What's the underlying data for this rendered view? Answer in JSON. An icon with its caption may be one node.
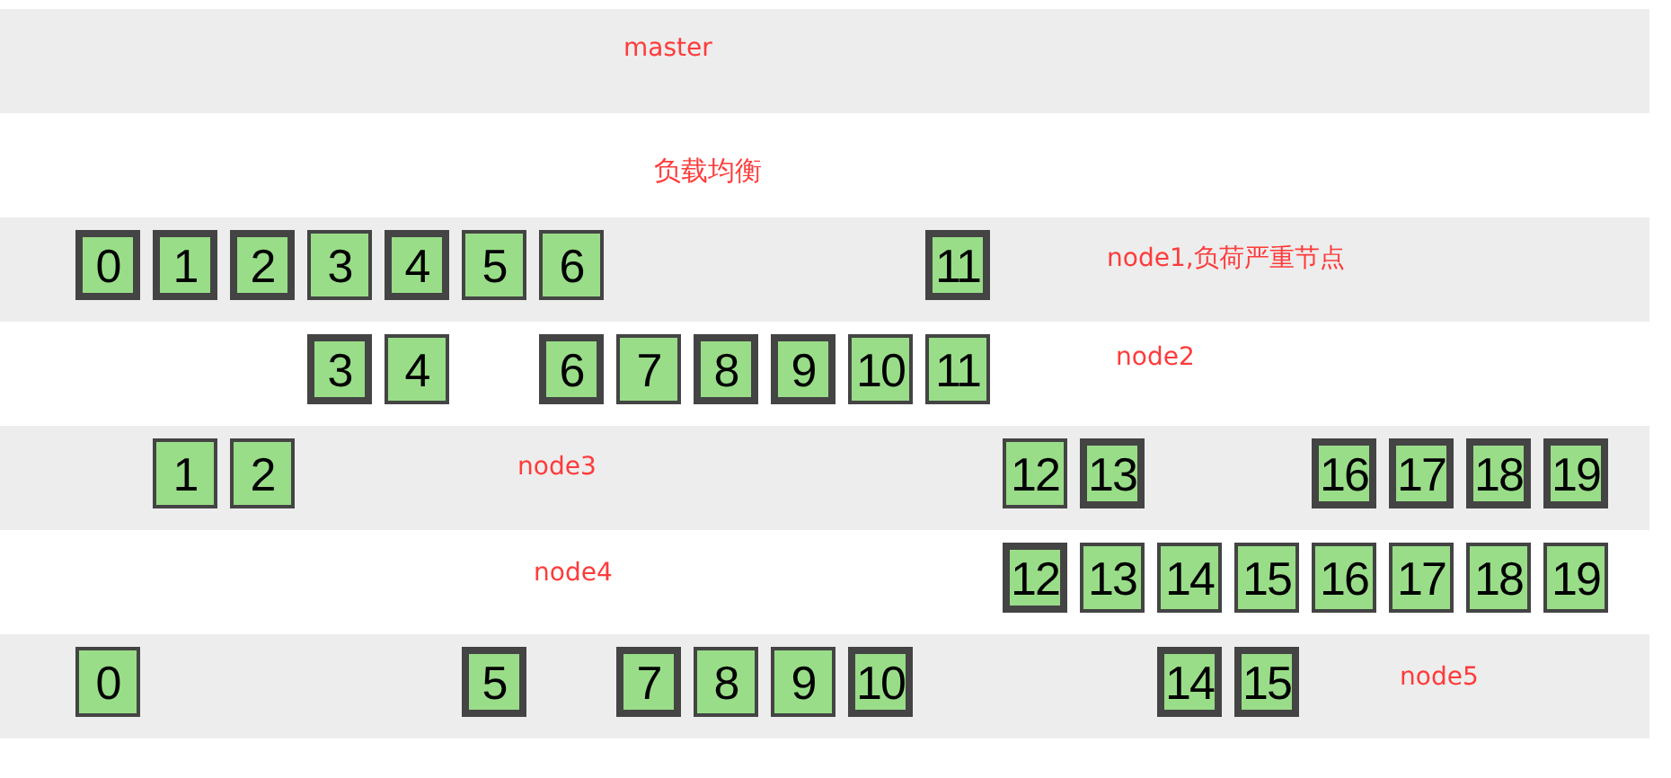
{
  "diagram": {
    "nodes": [
      {
        "text": [
          "master"
        ]
      },
      {
        "text": [
          "node1,负荷严重节点"
        ]
      },
      {
        "text": [
          "0"
        ],
        "in": 1
      },
      {
        "text": [
          "1"
        ],
        "in": 1
      },
      {
        "text": [
          "2"
        ],
        "in": 1
      },
      {
        "text": [
          "3"
        ],
        "in": 1
      },
      {
        "text": [
          "4"
        ],
        "in": 1
      },
      {
        "text": [
          "5"
        ],
        "in": 1
      },
      {
        "text": [
          "6"
        ],
        "in": 1
      },
      {
        "text": [
          "11"
        ],
        "in": 1
      },
      {
        "text": [
          "node2"
        ]
      },
      {
        "text": [
          "3"
        ],
        "in": 10
      },
      {
        "text": [
          "4"
        ],
        "in": 10
      },
      {
        "text": [
          "6"
        ],
        "in": 10
      },
      {
        "text": [
          "7"
        ],
        "in": 10
      },
      {
        "text": [
          "8"
        ],
        "in": 10
      },
      {
        "text": [
          "9"
        ],
        "in": 10
      },
      {
        "text": [
          "10"
        ],
        "in": 10
      },
      {
        "text": [
          "11"
        ],
        "in": 10
      },
      {
        "text": [
          "node3"
        ]
      },
      {
        "text": [
          "1"
        ],
        "in": 19
      },
      {
        "text": [
          "2"
        ],
        "in": 19
      },
      {
        "text": [
          "12"
        ],
        "in": 19
      },
      {
        "text": [
          "13"
        ],
        "in": 19
      },
      {
        "text": [
          "16"
        ],
        "in": 19
      },
      {
        "text": [
          "17"
        ],
        "in": 19
      },
      {
        "text": [
          "18"
        ],
        "in": 19
      },
      {
        "text": [
          "19"
        ],
        "in": 19
      },
      {
        "text": [
          "node4"
        ]
      },
      {
        "text": [
          "12"
        ],
        "in": 28
      },
      {
        "text": [
          "13"
        ],
        "in": 28
      },
      {
        "text": [
          "14"
        ],
        "in": 28
      },
      {
        "text": [
          "15"
        ],
        "in": 28
      },
      {
        "text": [
          "16"
        ],
        "in": 28
      },
      {
        "text": [
          "17"
        ],
        "in": 28
      },
      {
        "text": [
          "18"
        ],
        "in": 28
      },
      {
        "text": [
          "19"
        ],
        "in": 28
      },
      {
        "text": [
          "node5"
        ]
      },
      {
        "text": [
          "0"
        ],
        "in": 37
      },
      {
        "text": [
          "5"
        ],
        "in": 37
      },
      {
        "text": [
          "7"
        ],
        "in": 37
      },
      {
        "text": [
          "8"
        ],
        "in": 37
      },
      {
        "text": [
          "9"
        ],
        "in": 37
      },
      {
        "text": [
          "10"
        ],
        "in": 37
      },
      {
        "text": [
          "14"
        ],
        "in": 37
      },
      {
        "text": [
          "15"
        ],
        "in": 37
      }
    ],
    "edges": [],
    "labels": [
      "负载均衡"
    ]
  }
}
